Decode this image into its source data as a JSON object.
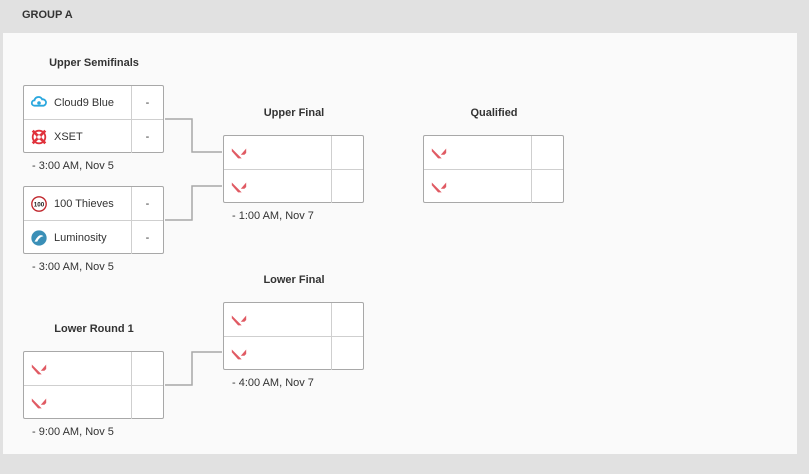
{
  "group": {
    "title": "GROUP A"
  },
  "rounds": {
    "upper_semis": "Upper Semifinals",
    "upper_final": "Upper Final",
    "qualified": "Qualified",
    "lower_final": "Lower Final",
    "lower_r1": "Lower Round 1"
  },
  "matches": {
    "us1": {
      "team1": {
        "name": "Cloud9 Blue",
        "score": "-",
        "logo": "cloud9-logo"
      },
      "team2": {
        "name": "XSET",
        "score": "-",
        "logo": "xset-logo"
      },
      "time": "-  3:00 AM, Nov 5"
    },
    "us2": {
      "team1": {
        "name": "100 Thieves",
        "score": "-",
        "logo": "100-thieves-logo"
      },
      "team2": {
        "name": "Luminosity",
        "score": "-",
        "logo": "luminosity-logo"
      },
      "time": "-  3:00 AM, Nov 5"
    },
    "uf": {
      "time": "-  1:00 AM, Nov 7"
    },
    "lf": {
      "time": "-  4:00 AM, Nov 7"
    },
    "lr1": {
      "time": "-  9:00 AM, Nov 5"
    }
  },
  "colors": {
    "valorant_red": "#e05a63",
    "border": "#a8a8a8",
    "cloud9": "#2aa7de",
    "xset": "#e0323c"
  }
}
